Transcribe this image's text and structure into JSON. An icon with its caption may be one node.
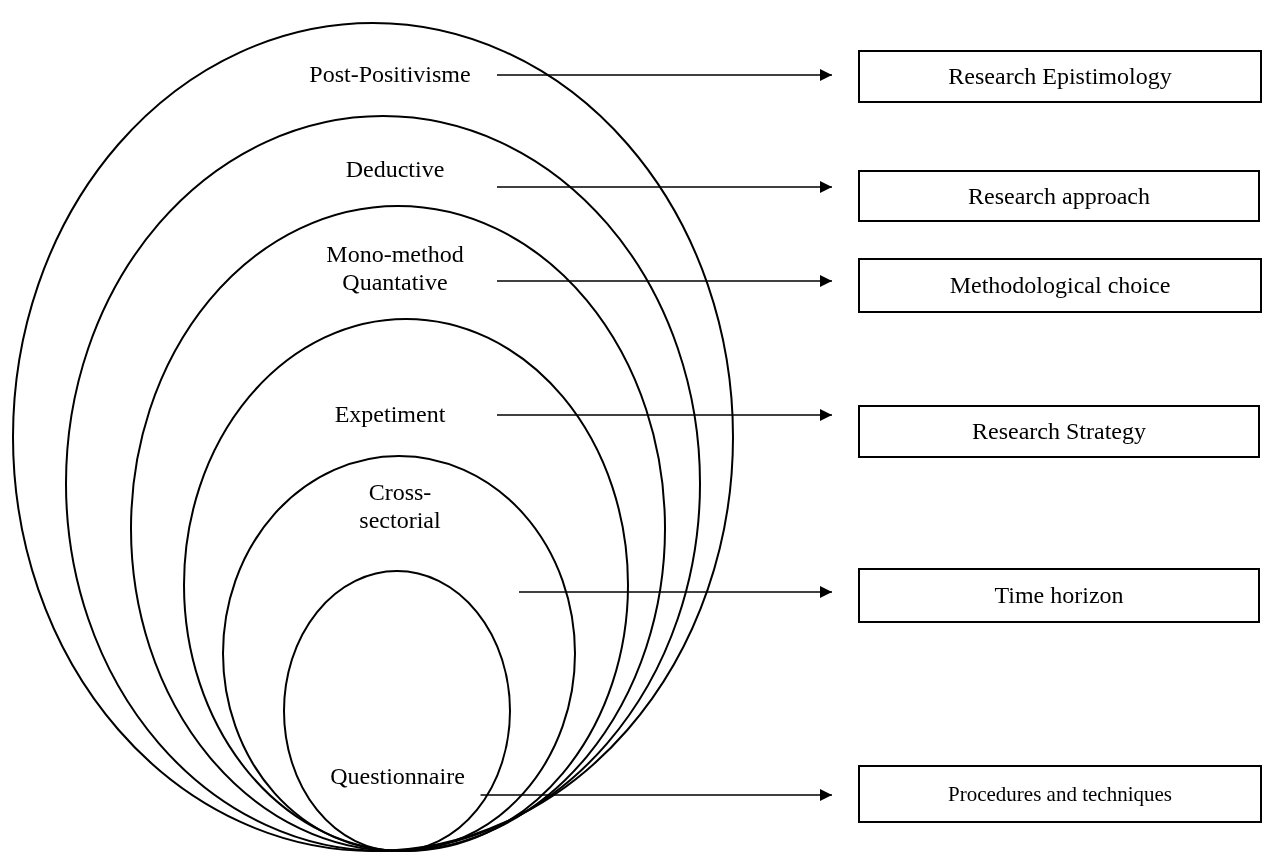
{
  "diagram": {
    "nodes": [
      {
        "text": [
          "Post-Positivisme"
        ]
      },
      {
        "text": [
          "Deductive"
        ],
        "in": 0
      },
      {
        "text": [
          "Mono-method Quantative"
        ],
        "in": 1
      },
      {
        "text": [
          "Expetiment"
        ],
        "in": 2
      },
      {
        "text": [
          "Cross-sectorial"
        ],
        "in": 3
      },
      {
        "text": [
          "Questionnaire"
        ],
        "in": 4
      },
      {
        "text": [
          "Research Epistimology"
        ]
      },
      {
        "text": [
          "Research approach"
        ]
      },
      {
        "text": [
          "Methodological choice"
        ]
      },
      {
        "text": [
          "Research Strategy"
        ]
      },
      {
        "text": [
          "Time horizon"
        ]
      },
      {
        "text": [
          "Procedures and techniques"
        ]
      }
    ],
    "edges": [
      {
        "from": 0,
        "to": 6,
        "arrow": "to"
      },
      {
        "from": 1,
        "to": 7,
        "arrow": "to"
      },
      {
        "from": 2,
        "to": 8,
        "arrow": "to"
      },
      {
        "from": 3,
        "to": 9,
        "arrow": "to"
      },
      {
        "from": 4,
        "to": 10,
        "arrow": "to"
      },
      {
        "from": 5,
        "to": 11,
        "arrow": "to"
      }
    ]
  }
}
